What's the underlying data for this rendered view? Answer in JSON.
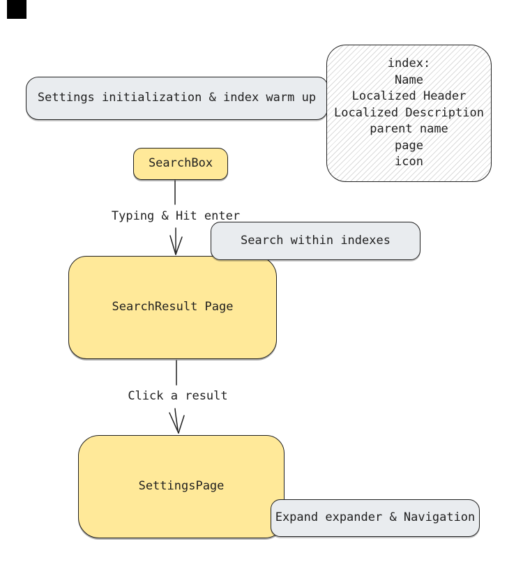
{
  "colors": {
    "background": "#ffffff",
    "node_yellow": "#ffe999",
    "note_gray": "#e9ecef",
    "stroke": "#1e1e1e",
    "hatch": "#dadada",
    "corner_mark": "#000000"
  },
  "nodes": {
    "settings_init": {
      "label": "Settings initialization & index warm up"
    },
    "index_note": {
      "lines": [
        "index:",
        "Name",
        "Localized Header",
        "Localized Description",
        "parent name",
        "page",
        "icon"
      ]
    },
    "search_box": {
      "label": "SearchBox"
    },
    "search_within": {
      "label": "Search within indexes"
    },
    "search_result": {
      "label": "SearchResult Page"
    },
    "settings_page": {
      "label": "SettingsPage"
    },
    "expand_nav": {
      "label": "Expand expander & Navigation"
    }
  },
  "edges": {
    "typing": {
      "label": "Typing & Hit enter"
    },
    "click": {
      "label": "Click a result"
    }
  }
}
